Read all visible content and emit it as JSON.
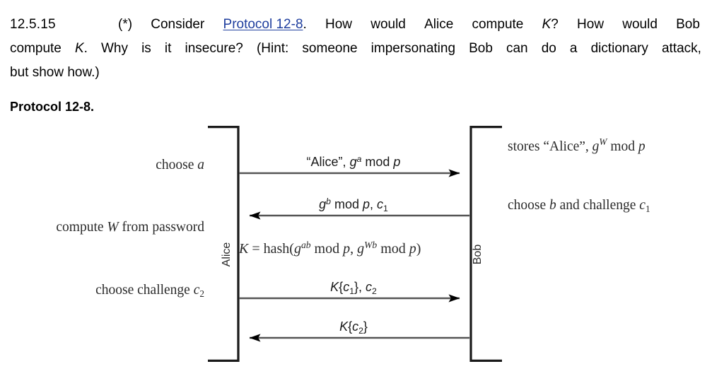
{
  "exercise": {
    "number": "12.5.15",
    "marker": "(*)",
    "line1_pre": "Consider",
    "link_text": "Protocol 12-8",
    "line1_post_a": ". How",
    "line1_words": [
      "would",
      "Alice",
      "compute",
      "K?",
      "How",
      "would",
      "Bob"
    ],
    "line2_words": [
      "compute",
      "K.",
      "Why",
      "is",
      "it",
      "insecure?",
      "(Hint:",
      "someone",
      "impersonating",
      "Bob",
      "can",
      "do",
      "a",
      "dictionary",
      "attack,"
    ],
    "line3": "but show how.)"
  },
  "protocol": {
    "caption": "Protocol 12-8.",
    "left_party": "Alice",
    "right_party": "Bob",
    "left_notes": [
      {
        "text": "choose a",
        "italic_tail": "a"
      },
      {
        "text": "compute W from password",
        "italic_tail": "W"
      },
      {
        "text": "choose challenge c2",
        "italic_tail": "c2"
      }
    ],
    "right_notes": [
      {
        "text": "stores \"Alice\", gW mod p"
      },
      {
        "text": "choose b and challenge c1"
      }
    ],
    "messages": [
      {
        "label": "\"Alice\", ga mod p",
        "direction": "right"
      },
      {
        "label": "gb mod p, c1",
        "direction": "left"
      },
      {
        "label": "K{c1}, c2",
        "direction": "right"
      },
      {
        "label": "K{c2}",
        "direction": "left"
      }
    ],
    "computation": "K = hash(gab mod p, gWb mod p)"
  },
  "colors": {
    "link": "#1f3e9e",
    "text": "#000000",
    "line": "#4d4d4d",
    "bracket": "#1a1a1a"
  }
}
